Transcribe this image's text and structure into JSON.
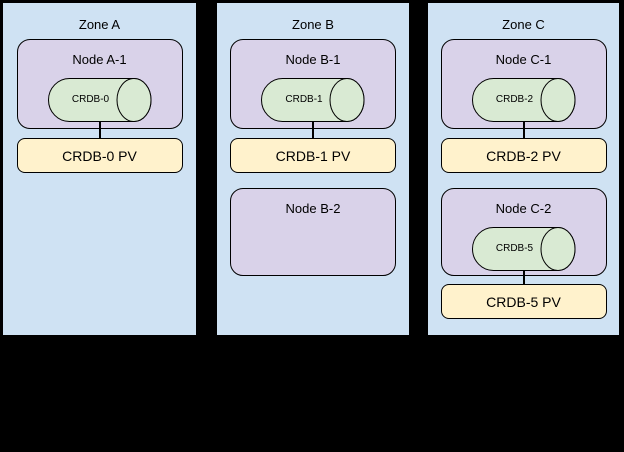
{
  "diagram": {
    "background_color": "#000000",
    "colors": {
      "zone_fill": "#cfe2f3",
      "node_fill": "#d9d2e9",
      "database_fill": "#d9ead3",
      "pv_fill": "#fff2cc",
      "stroke": "#000000"
    },
    "zones": [
      {
        "label": "Zone A",
        "nodes": [
          {
            "label": "Node A-1",
            "db_label": "CRDB-0",
            "pv_label": "CRDB-0 PV"
          }
        ]
      },
      {
        "label": "Zone B",
        "nodes": [
          {
            "label": "Node B-1",
            "db_label": "CRDB-1",
            "pv_label": "CRDB-1 PV"
          },
          {
            "label": "Node B-2"
          }
        ]
      },
      {
        "label": "Zone C",
        "nodes": [
          {
            "label": "Node C-1",
            "db_label": "CRDB-2",
            "pv_label": "CRDB-2 PV"
          },
          {
            "label": "Node C-2",
            "db_label": "CRDB-5",
            "pv_label": "CRDB-5 PV"
          }
        ]
      }
    ]
  }
}
